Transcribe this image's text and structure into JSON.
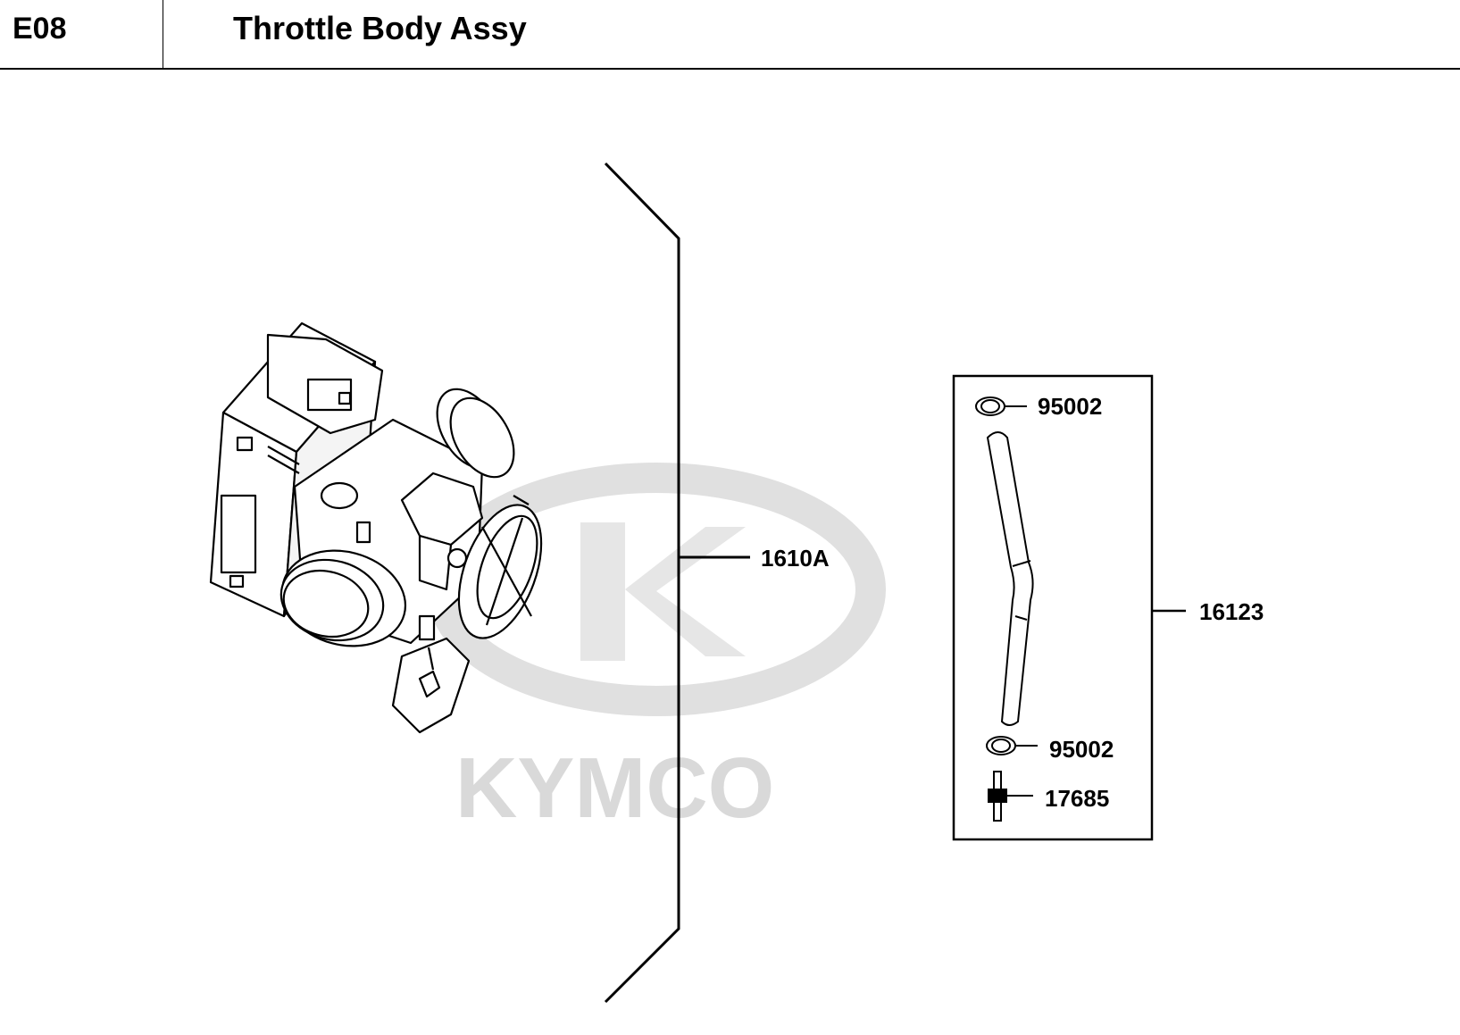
{
  "header": {
    "section_code": "E08",
    "title": "Throttle Body Assy"
  },
  "watermark": {
    "text": "KYMCO",
    "color": "#d9d9d9"
  },
  "callouts": {
    "throttle_body": "1610A",
    "hose_kit": "16123",
    "clip_top": "95002",
    "clip_bottom": "95002",
    "connector": "17685"
  },
  "colors": {
    "line": "#000000",
    "background": "#ffffff"
  }
}
